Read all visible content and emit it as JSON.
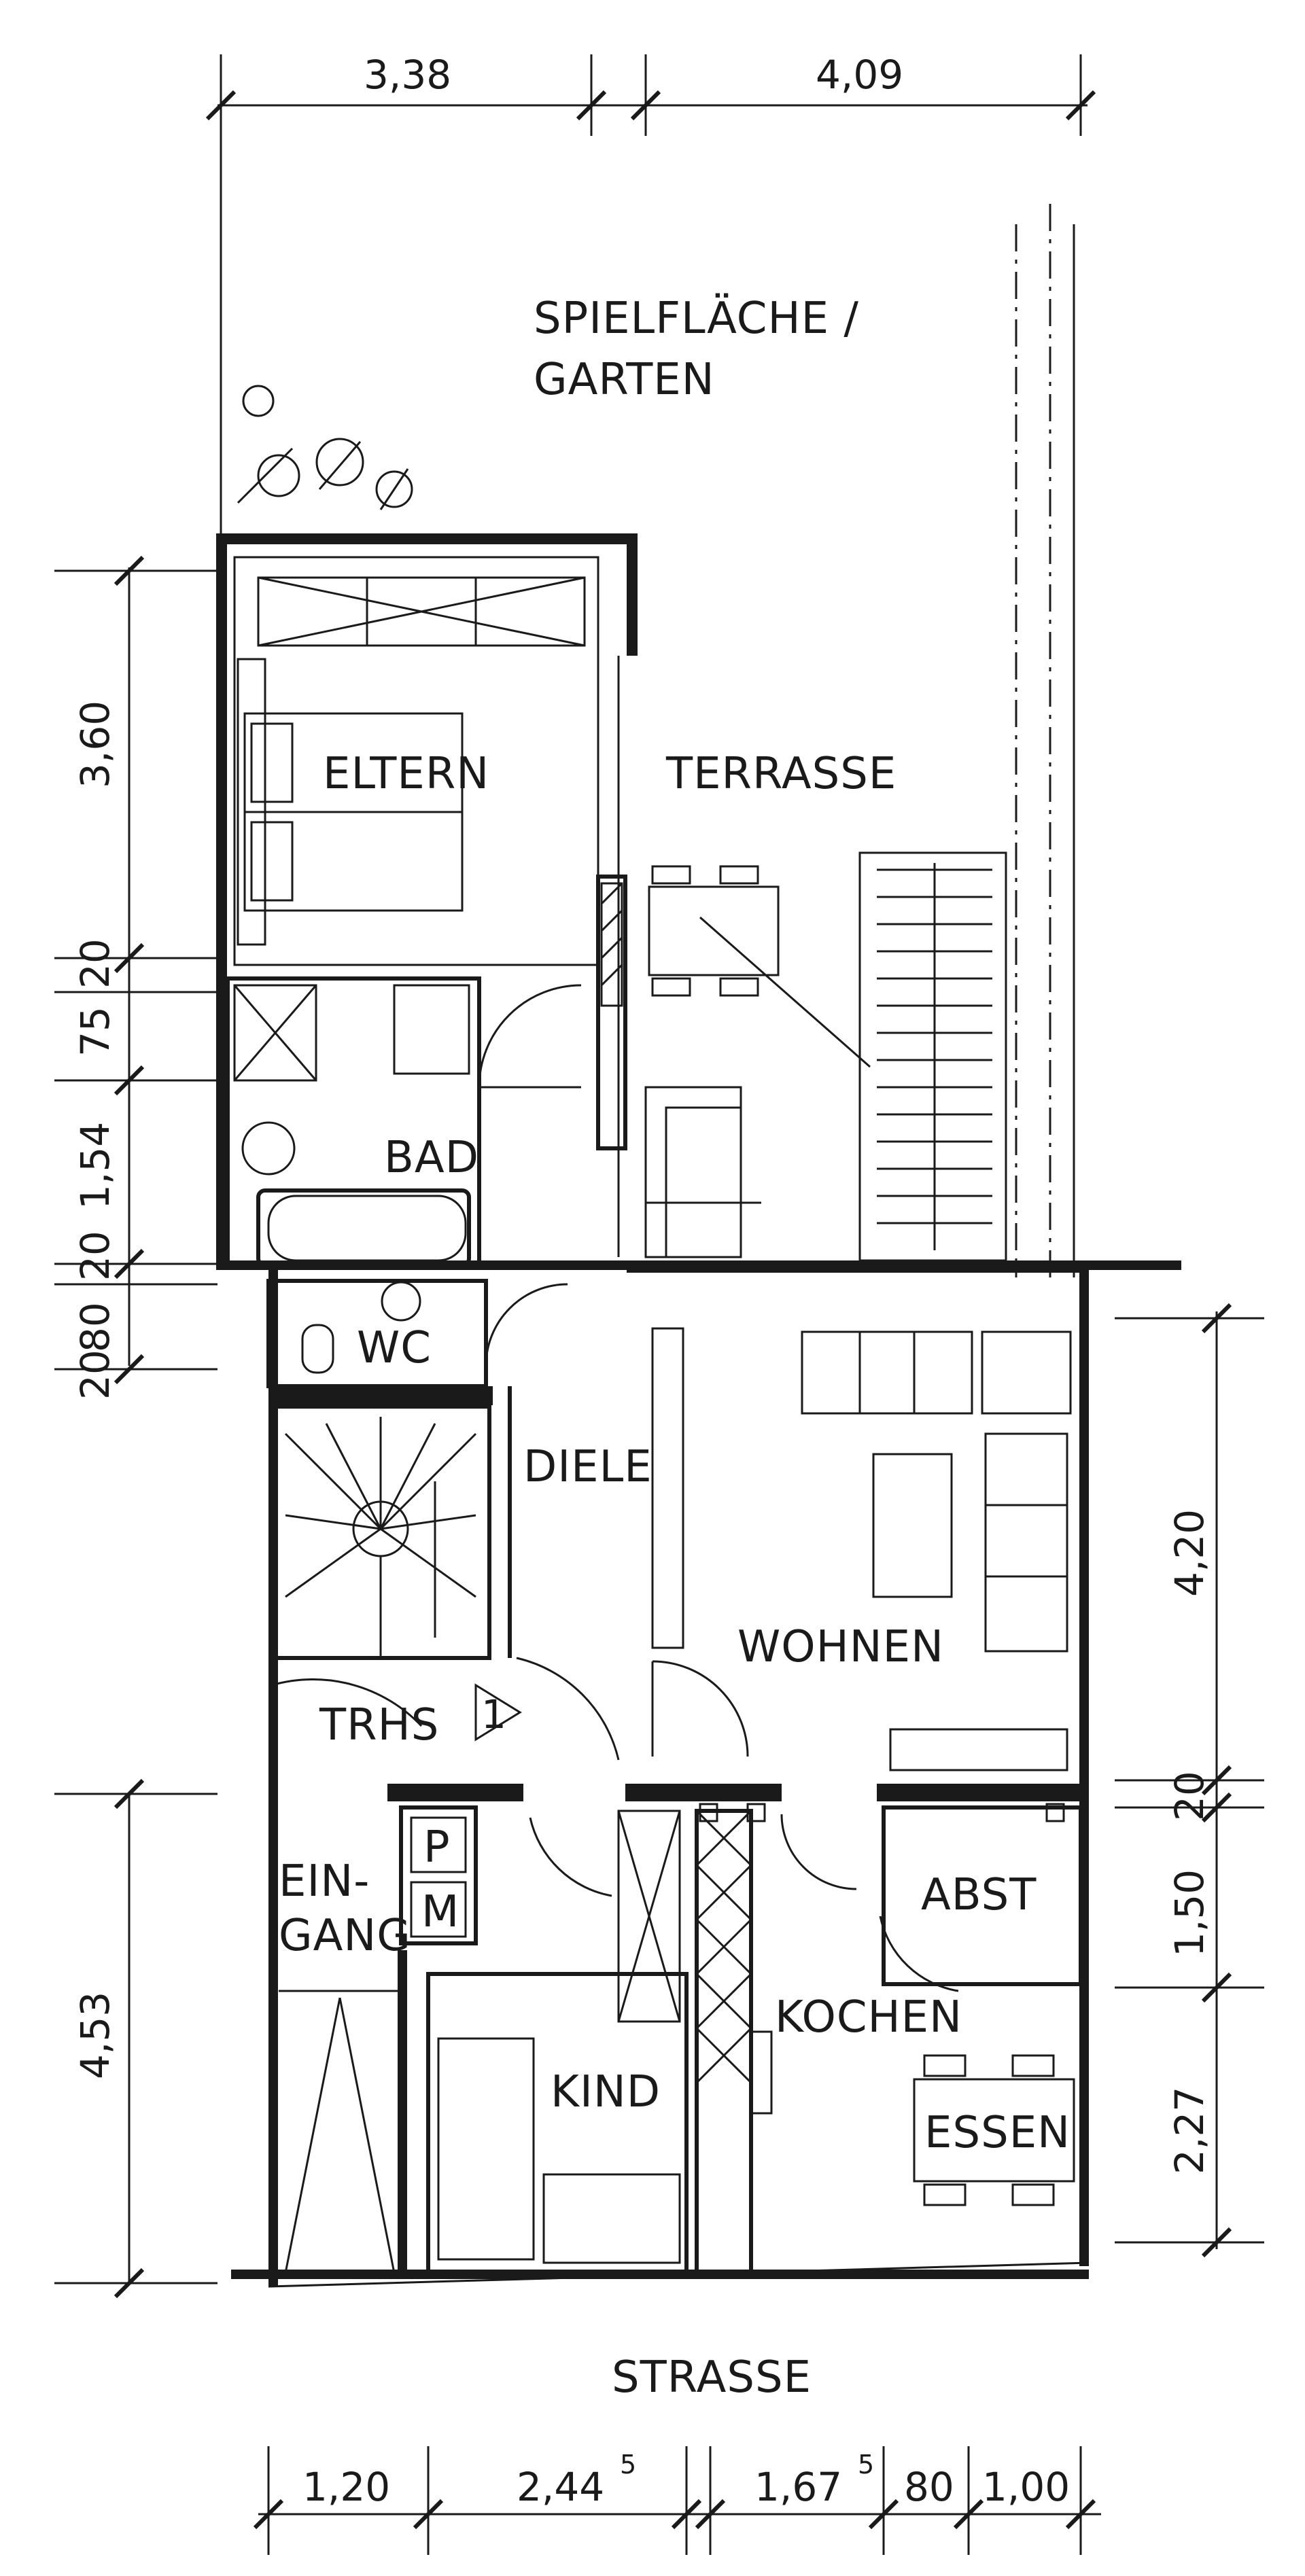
{
  "rooms": {
    "garden_line1": "SPIELFLÄCHE /",
    "garden_line2": "GARTEN",
    "eltern": "ELTERN",
    "terrasse": "TERRASSE",
    "bad": "BAD",
    "wc": "WC",
    "diele": "DIELE",
    "wohnen": "WOHNEN",
    "trhs": "TRHS",
    "eingang_line1": "EIN-",
    "eingang_line2": "GANG",
    "abst": "ABST",
    "kochen": "KOCHEN",
    "kind": "KIND",
    "essen": "ESSEN",
    "strasse": "STRASSE",
    "meter_p": "P",
    "meter_m": "M",
    "step_marker": "1"
  },
  "dimensions": {
    "top": [
      "3,38",
      "4,09"
    ],
    "left": [
      "3,60",
      "20",
      "75",
      "1,54",
      "20",
      "80",
      "20",
      "4,53"
    ],
    "right": [
      "4,20",
      "20",
      "1,50",
      "2,27"
    ],
    "bottom": [
      "1,20",
      "2,44",
      "5",
      "1,67",
      "5",
      "80",
      "1,00"
    ]
  }
}
